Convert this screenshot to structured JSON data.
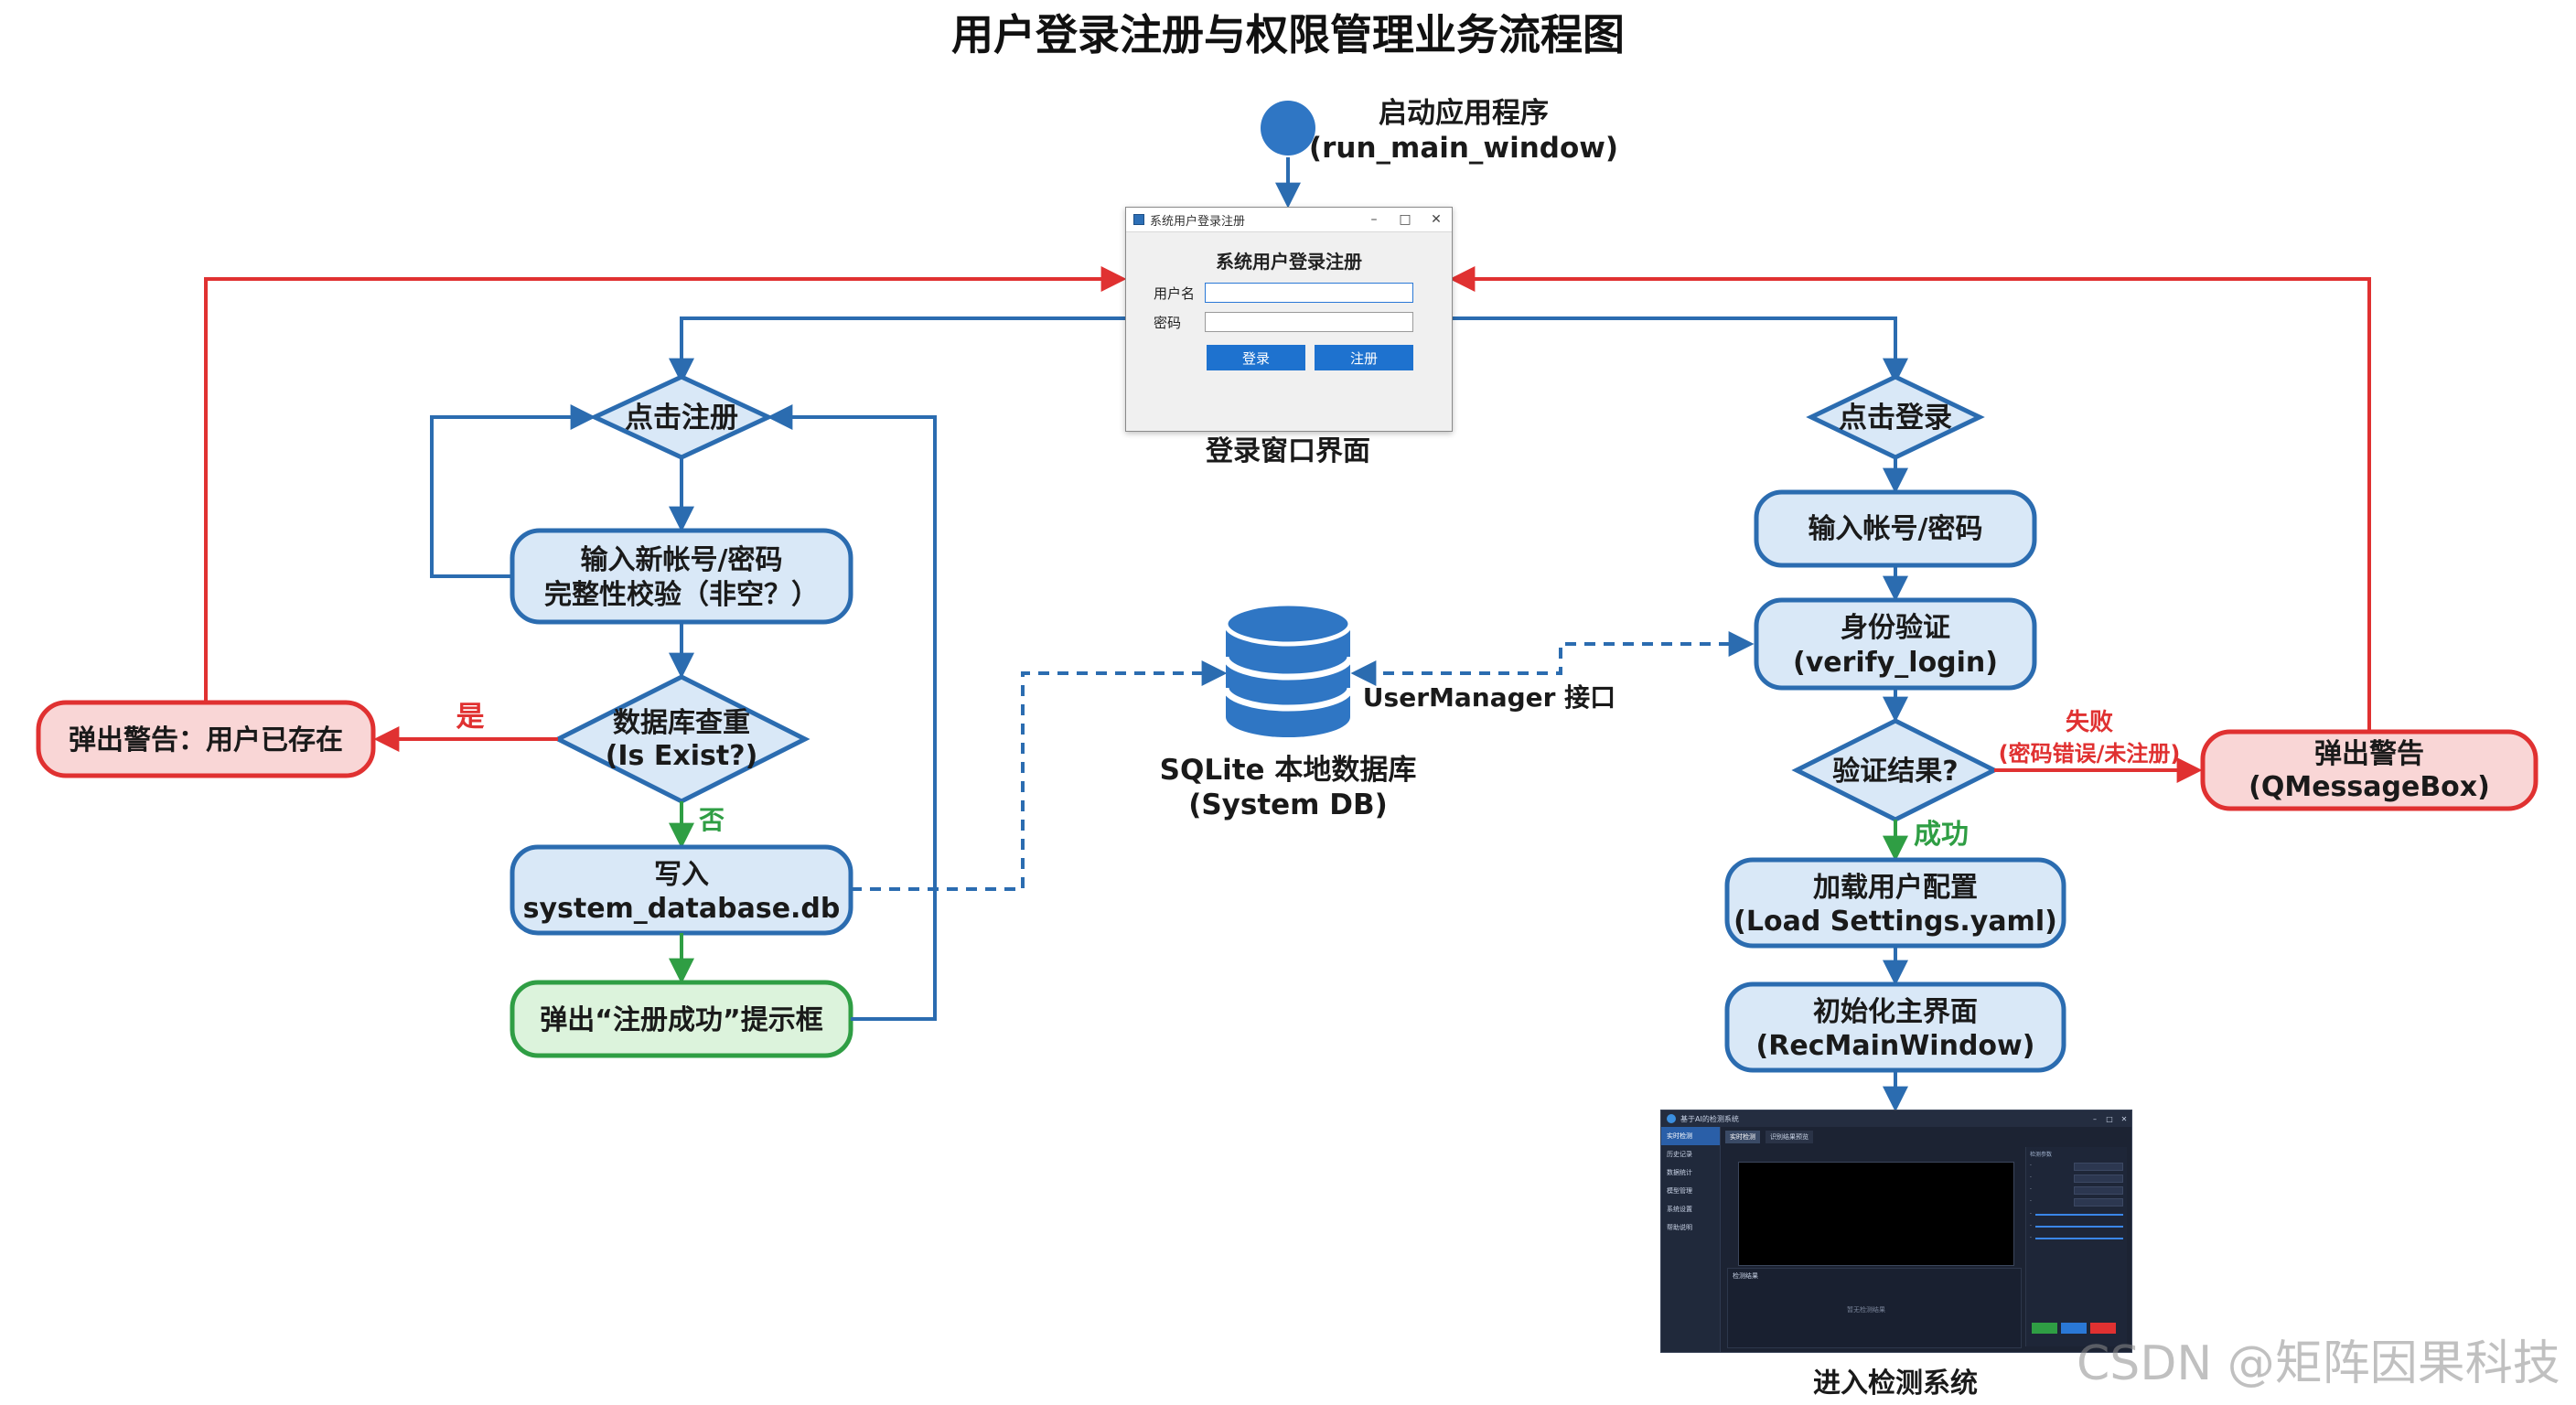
{
  "title": "用户登录注册与权限管理业务流程图",
  "start": {
    "line1": "启动应用程序",
    "line2": "(run_main_window)"
  },
  "login_window": {
    "window_title": "系统用户登录注册",
    "heading": "系统用户登录注册",
    "username_label": "用户名",
    "password_label": "密码",
    "login_button": "登录",
    "register_button": "注册",
    "caption": "登录窗口界面",
    "window_controls": [
      "–",
      "□",
      "✕"
    ]
  },
  "register_flow": {
    "click_register": "点击注册",
    "input_line1": "输入新帐号/密码",
    "input_line2": "完整性校验（非空？）",
    "db_check_line1": "数据库查重",
    "db_check_line2": "(Is Exist?)",
    "yes_label": "是",
    "no_label": "否",
    "alert_exists": "弹出警告：用户已存在",
    "write_line1": "写入",
    "write_line2": "system_database.db",
    "success_popup": "弹出“注册成功”提示框"
  },
  "database": {
    "label_line1": "SQLite 本地数据库",
    "label_line2": "(System DB)",
    "interface_label": "UserManager 接口"
  },
  "login_flow": {
    "click_login": "点击登录",
    "input_account": "输入帐号/密码",
    "verify_line1": "身份验证",
    "verify_line2": "(verify_login)",
    "result": "验证结果?",
    "fail_label": "失败",
    "fail_detail": "(密码错误/未注册)",
    "success_label": "成功",
    "alert_line1": "弹出警告",
    "alert_line2": "(QMessageBox)",
    "load_line1": "加载用户配置",
    "load_line2": "(Load Settings.yaml)",
    "init_line1": "初始化主界面",
    "init_line2": "(RecMainWindow)",
    "enter_system": "进入检测系统"
  },
  "detection_app": {
    "window_title": "基于AI的检测系统",
    "sidebar_items": [
      "实时检测",
      "历史记录",
      "数据统计",
      "模型管理",
      "系统设置",
      "帮助说明"
    ],
    "tabs": [
      "实时检测",
      "识别结果预览"
    ],
    "results_header": "检测结果",
    "no_results": "暂无检测结果",
    "panel_header": "检测参数"
  },
  "watermark": "CSDN @矩阵因果科技",
  "colors": {
    "blue_line": "#2b6cb0",
    "red_line": "#e03131",
    "green_line": "#2f9e44",
    "blue_fill": "#d9e8f7",
    "red_fill": "#f9d6d6",
    "green_fill": "#dcf3dc",
    "db_blue": "#2f76c4"
  }
}
